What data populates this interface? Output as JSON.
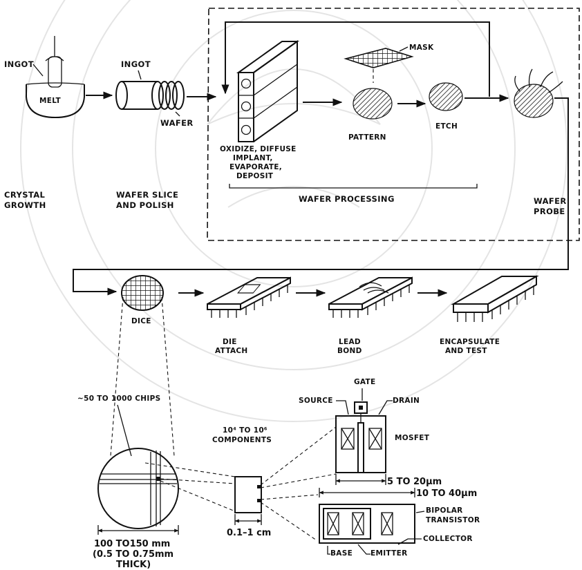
{
  "crystal": {
    "ingot_label": "INGOT",
    "melt_label": "MELT",
    "caption_line1": "CRYSTAL",
    "caption_line2": "GROWTH"
  },
  "slicing": {
    "ingot_label": "INGOT",
    "wafer_label": "WAFER",
    "caption_line1": "WAFER SLICE",
    "caption_line2": "AND POLISH"
  },
  "processing": {
    "oxidize_lines": [
      "OXIDIZE, DIFFUSE",
      "IMPLANT,",
      "EVAPORATE,",
      "DEPOSIT"
    ],
    "mask_label": "MASK",
    "pattern_label": "PATTERN",
    "etch_label": "ETCH",
    "caption": "WAFER PROCESSING"
  },
  "probe": {
    "caption_line1": "WAFER",
    "caption_line2": "PROBE"
  },
  "assembly": {
    "dice_label": "DICE",
    "die_attach_line1": "DIE",
    "die_attach_line2": "ATTACH",
    "lead_bond_line1": "LEAD",
    "lead_bond_line2": "BOND",
    "encapsulate_line1": "ENCAPSULATE",
    "encapsulate_line2": "AND TEST"
  },
  "detail": {
    "chips_label": "~50 TO 1000 CHIPS",
    "components_line1": "10⁴ TO 10⁶",
    "components_line2": "COMPONENTS",
    "wafer_dim_line1": "100 TO150 mm",
    "wafer_dim_line2": "(0.5 TO 0.75mm",
    "wafer_dim_line3": "THICK)",
    "chip_dim": "0.1–1 cm"
  },
  "mosfet": {
    "gate_label": "GATE",
    "source_label": "SOURCE",
    "drain_label": "DRAIN",
    "device_label": "MOSFET",
    "dim_label": "5 TO 20μm"
  },
  "bipolar": {
    "dim_label": "10 TO 40μm",
    "device_line1": "BIPOLAR",
    "device_line2": "TRANSISTOR",
    "collector_label": "COLLECTOR",
    "base_label": "BASE",
    "emitter_label": "EMITTER"
  }
}
